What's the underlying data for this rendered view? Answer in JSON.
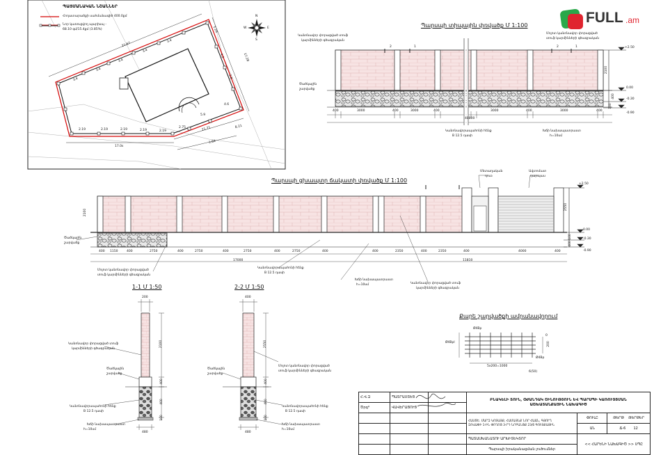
{
  "legend": {
    "title": "ՊԱՅՄԱՆԱԿԱՆ ՆՇԱՆՆԵՐ",
    "item1": "Հողատարածքի սահմանագիծ 400.0քմ",
    "item2a": "Նոր կառուցվող պարիսպ -",
    "item2b": "68.10 գմ/15.4քմ (3.85%)"
  },
  "site_plan": {
    "dims_left": [
      "2.19",
      "2.19",
      "2.19",
      "2.19",
      "2.19",
      "2.75"
    ],
    "dims_top": [
      "21.67",
      "3.4",
      "3.4",
      "3.4",
      "3.4",
      "3.4"
    ],
    "dims_right": [
      "17.28",
      "1.29",
      "4.2",
      "3.8",
      "4.6",
      "5.9"
    ],
    "dims_bottom": [
      "17.0s",
      "21.71",
      "3.84",
      "8.21"
    ],
    "compass": {
      "n": "N",
      "s": "S",
      "w": "W",
      "e": "E"
    }
  },
  "logo": {
    "brand": "FULL",
    "suffix": ".am"
  },
  "top_elevation": {
    "title": "Պարսպի տիպային փռվածք Մ 1:100",
    "callout_left1": "Կանոնավոր փորացված տուֆ",
    "callout_left2": "կարմինների գծագրական",
    "callout_right1": "Մոլոտ կանոնավոր փորացված",
    "callout_right2": "տուֆ կարմինների գծագրական",
    "ground1": "Ծածկային",
    "ground2": "շարվածք",
    "bottom_callout1": "Կանոնավորապահոնի հենք",
    "bottom_callout2": "B 12.5 դասի",
    "bottom_callout3": "Խճի նախապատրաստ",
    "bottom_callout4": "h=10սմ",
    "dims": [
      "400",
      "3000",
      "400",
      "3000",
      "400",
      "3000",
      "400",
      "3000",
      "400"
    ],
    "total": "48800",
    "section_marks": [
      "2",
      "1",
      "2",
      "1"
    ],
    "levels": [
      "+2.50",
      "0.00",
      "-0.30",
      "-0.90",
      "2100",
      "100",
      "400"
    ]
  },
  "long_elevation": {
    "title": "Պարսպի ցխապտր ճակատի փռվածք Մ 1:100",
    "gate_label1": "Մետաղական",
    "gate_label2": "դուռ",
    "gate2_label1": "Ավտոմատ",
    "gate2_label2": "դարպաս",
    "ground1": "Ծածկային",
    "ground2": "շարվածք",
    "dims": [
      "400",
      "1150",
      "400",
      "2750",
      "400",
      "2750",
      "400",
      "2750",
      "400",
      "2750",
      "400",
      "400",
      "2350",
      "400",
      "2350",
      "400",
      "4000",
      "400"
    ],
    "total_left": "17000",
    "total_right": "11810",
    "callout_a1": "Մոլոտ կանոնավոր փորացված",
    "callout_a2": "տուֆ կարմինների գծագրական",
    "callout_b1": "Կանոնավորապահոնի հենք",
    "callout_b2": "B 12.5 դասի",
    "callout_c1": "Խճի նախապատրաստ",
    "callout_c2": "h=10սմ",
    "callout_d1": "Կանոնավոր փորացված տուֆ",
    "callout_d2": "կարմինների գծագրական",
    "levels": [
      "+2.50",
      "0.00",
      "-0.30",
      "-0.90",
      "2100",
      "2550",
      "100",
      "400"
    ]
  },
  "section1": {
    "title": "1-1 Մ 1:50",
    "dim_top": "200",
    "dims": [
      "2100",
      "400",
      "400",
      "100"
    ],
    "foot": "480",
    "label_a1": "Կանոնավոր փորացված տուֆ",
    "label_a2": "կարմինների գծագրական",
    "label_b1": "Ծածկային",
    "label_b2": "շարվածք",
    "label_c1": "Կանոնավորապահոնի հենք",
    "label_c2": "B 12.5 դասի",
    "label_d1": "Խճի նախապատրաստ",
    "label_d2": "h=10սմ"
  },
  "section2": {
    "title": "2-2 Մ 1:50",
    "dim_top": "400",
    "dims": [
      "2550",
      "400",
      "400",
      "100"
    ],
    "foot": "480",
    "label_a1": "Մոլոտ կանոնավոր փորացված",
    "label_a2": "տուֆ կարմինների գծագրական",
    "label_b1": "Ծածկային",
    "label_b2": "շարվածք",
    "label_c1": "Կանոնավորապահոնի հենք",
    "label_c2": "B 12.5 դասի",
    "label_d1": "Խճի նախապատրաստ",
    "label_d2": "h=10սմ"
  },
  "rebar": {
    "title": "Քարե շարվածքի ամրանավորում",
    "d1": "Ø4Bp",
    "d2": "Ø4Bpl",
    "dim1": "5x200=1000",
    "dim2": "200",
    "dim3": "0",
    "dim4": "6(50)",
    "dim5": "Ø4Bp"
  },
  "stamp": {
    "r1c1": "Հ.Վ.Զ",
    "r1c2": "ՊԱՏՐԱՍՏԵՑ",
    "r2c1": "Ծրգ*",
    "r2c2": "ՎԱՎԵՐԱՑՈՒՑ",
    "title1": "ԲՆԱԿԵԼԻ ՏՈՒՆ, ՕԺԱՆԴԱԿ ՇԻՆՈՒԹՅՈՒՆ ԵՎ ՊԱՐՍՊԻ ԿԱՌՈՒՅՑՄԱՆ",
    "title2": "ԱՇԽԱՏԱՆՔԱՅԻՆ ՆԱԽԱԳԻԾ",
    "addr1": "ՀԱՍՑԵ. ՄԱՐԶ ԿՈՏԱՅՔ, ՀԱՄԱՅՆՔ ՆՈՐ ՀԱՃՆ, ԳՅՈՒՂ",
    "addr2": "ԶՈՎԱՓԻ 1-ԻՆ ՓՈՂՈՑ 3-ՐԴ ՆՐԲԱՆՑՔ 23/6 ԳՈՒՅՔԱՅԻՆ",
    "stage_h": "ՓՈՒԼԸ",
    "sheet_h": "ԹԵՐԹ",
    "sheets_h": "ԹԵՐԹԵՐ",
    "stage": "ԱՆ",
    "sheet": "Ճ-6",
    "sheets": "12",
    "part": "ՊԱՏԱՍԽԱՆԱՏՈՒ ԱՐԽԻՏԵԿՏՈՐ",
    "drawing": "Պարսպի իրականացման լուծումներ",
    "company": "<< ՀԱՐԵՆԻ ՆԱԽԱԳԻԾ >> ՍՊԸ"
  },
  "colors": {
    "wall": "#f6dede",
    "brick_line": "#d9a8a8",
    "red": "#d40000",
    "line": "#222222"
  }
}
